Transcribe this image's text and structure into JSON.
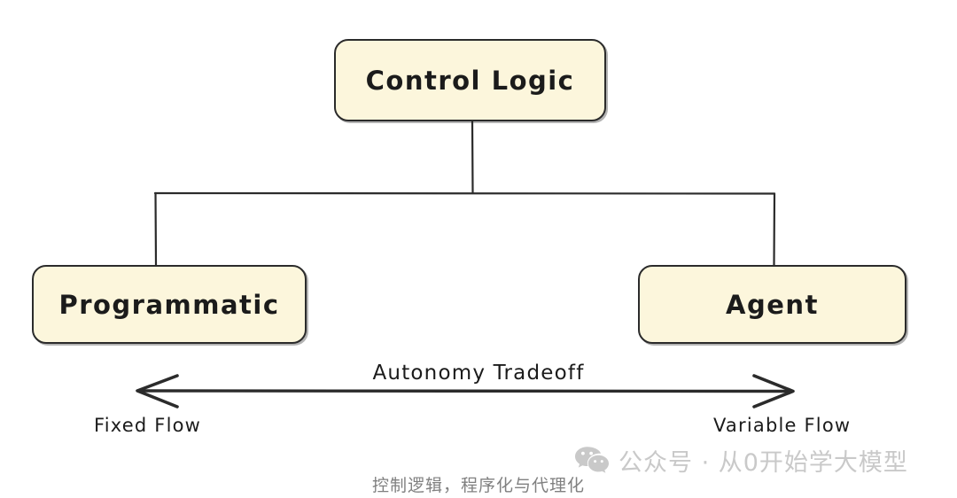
{
  "diagram": {
    "nodes": [
      {
        "id": "control-logic",
        "label": "Control Logic"
      },
      {
        "id": "programmatic",
        "label": "Programmatic"
      },
      {
        "id": "agent",
        "label": "Agent"
      }
    ],
    "axis": {
      "title": "Autonomy Tradeoff",
      "left_label": "Fixed Flow",
      "right_label": "Variable Flow"
    },
    "caption": "控制逻辑，程序化与代理化",
    "watermark": {
      "icon": "wechat-icon",
      "text": "公众号 · 从0开始学大模型"
    },
    "colors": {
      "node_fill": "#FCF6DC",
      "node_stroke": "#2B2B2B",
      "background": "#FFFFFF",
      "text": "#1B1B1B",
      "watermark": "#C9C9C9",
      "caption": "#808080"
    }
  }
}
